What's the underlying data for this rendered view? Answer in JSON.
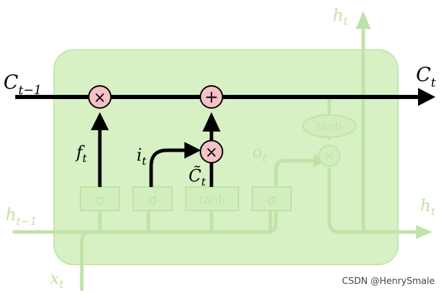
{
  "colors": {
    "cell_fill": "#d7f0c4",
    "faded": "#bfe3a7",
    "line": "#000000",
    "op_fill": "#f4c1c6",
    "watermark": "#444444"
  },
  "labels": {
    "c_prev": "C",
    "c_prev_sub": "t−1",
    "c_out": "C",
    "c_out_sub": "t",
    "h_top": "h",
    "h_top_sub": "t",
    "h_right": "h",
    "h_right_sub": "t",
    "h_prev": "h",
    "h_prev_sub": "t−1",
    "x_in": "x",
    "x_in_sub": "t",
    "f": "f",
    "f_sub": "t",
    "i": "i",
    "i_sub": "t",
    "c_tilde": "C̃",
    "c_tilde_sub": "t",
    "o": "o",
    "o_sub": "t"
  },
  "gates": {
    "sigma1": "σ",
    "sigma2": "σ",
    "tanh_gate": "tanh",
    "sigma3": "σ",
    "tanh_out": "tanh"
  },
  "ops": {
    "mult_forget": "×",
    "add": "+",
    "mult_input": "×",
    "mult_output": "×"
  },
  "watermark": "CSDN @HenrySmale"
}
